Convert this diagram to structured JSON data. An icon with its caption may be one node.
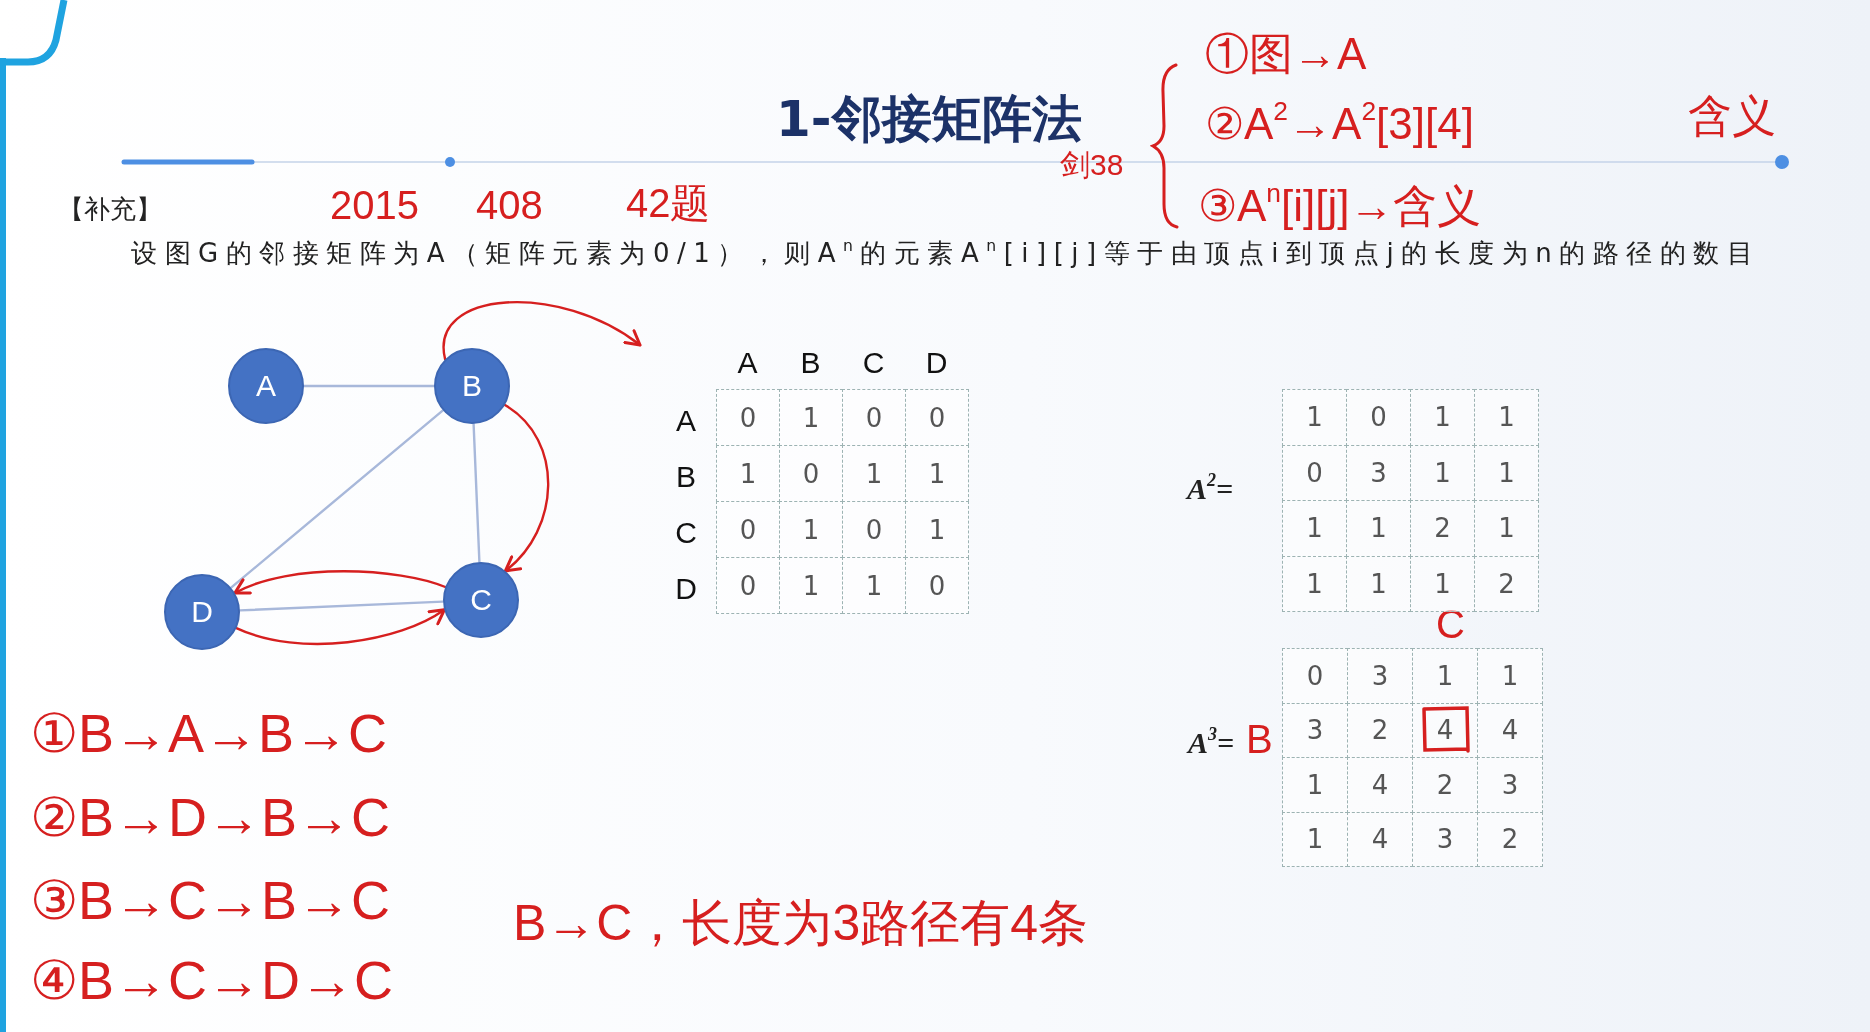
{
  "diagram": {
    "title": "1-邻接矩阵法",
    "nodes": [
      {
        "text": [
          "A"
        ]
      },
      {
        "text": [
          "B"
        ]
      },
      {
        "text": [
          "D"
        ]
      },
      {
        "text": [
          "C"
        ]
      }
    ],
    "edges": [
      {
        "from": 0,
        "to": 1,
        "arrow": "none",
        "color": "#a8b8da"
      },
      {
        "from": 1,
        "to": 2,
        "arrow": "none",
        "color": "#a8b8da"
      },
      {
        "from": 1,
        "to": 3,
        "arrow": "none",
        "color": "#a8b8da"
      },
      {
        "from": 2,
        "to": 3,
        "arrow": "none",
        "color": "#a8b8da"
      },
      {
        "from": 1,
        "to": null,
        "arrow": "to",
        "color": "#d61f1f"
      },
      {
        "from": 1,
        "to": 3,
        "arrow": "to",
        "color": "#d61f1f"
      },
      {
        "from": 3,
        "to": 2,
        "arrow": "to",
        "color": "#d61f1f"
      },
      {
        "from": 2,
        "to": 3,
        "arrow": "to",
        "color": "#d61f1f"
      }
    ],
    "labels": [
      "①图→A",
      "②A$^{2}$→A$^{2}$[3][4]",
      "含义",
      "剑38",
      "③A$^{n}$[i][j]→含义",
      "【补充】",
      "2015",
      "408",
      "42题",
      "设图G的邻接矩阵为A（矩阵元素为0/1），则A$^{n}$的元素A$^{n}$[i][j]等于由顶点i到顶点j的长度为n的路径的数目",
      "A",
      "B",
      "C",
      "D",
      "A",
      "0",
      "1",
      "0",
      "0",
      "B",
      "1",
      "0",
      "1",
      "1",
      "C",
      "0",
      "1",
      "0",
      "1",
      "D",
      "0",
      "1",
      "1",
      "0",
      "A$^{2}$=",
      "1",
      "0",
      "1",
      "1",
      "0",
      "3",
      "1",
      "1",
      "1",
      "1",
      "2",
      "1",
      "1",
      "1",
      "1",
      "2",
      "C",
      "A$^{3}$=",
      "B",
      "0",
      "3",
      "1",
      "1",
      "3",
      "2",
      "4",
      "4",
      "1",
      "4",
      "2",
      "3",
      "1",
      "4",
      "3",
      "2",
      "①B→A→B→C",
      "②B→D→B→C",
      "③B→C→B→C",
      "④B→C→D→C",
      "B→C，长度为3路径有4条"
    ]
  }
}
